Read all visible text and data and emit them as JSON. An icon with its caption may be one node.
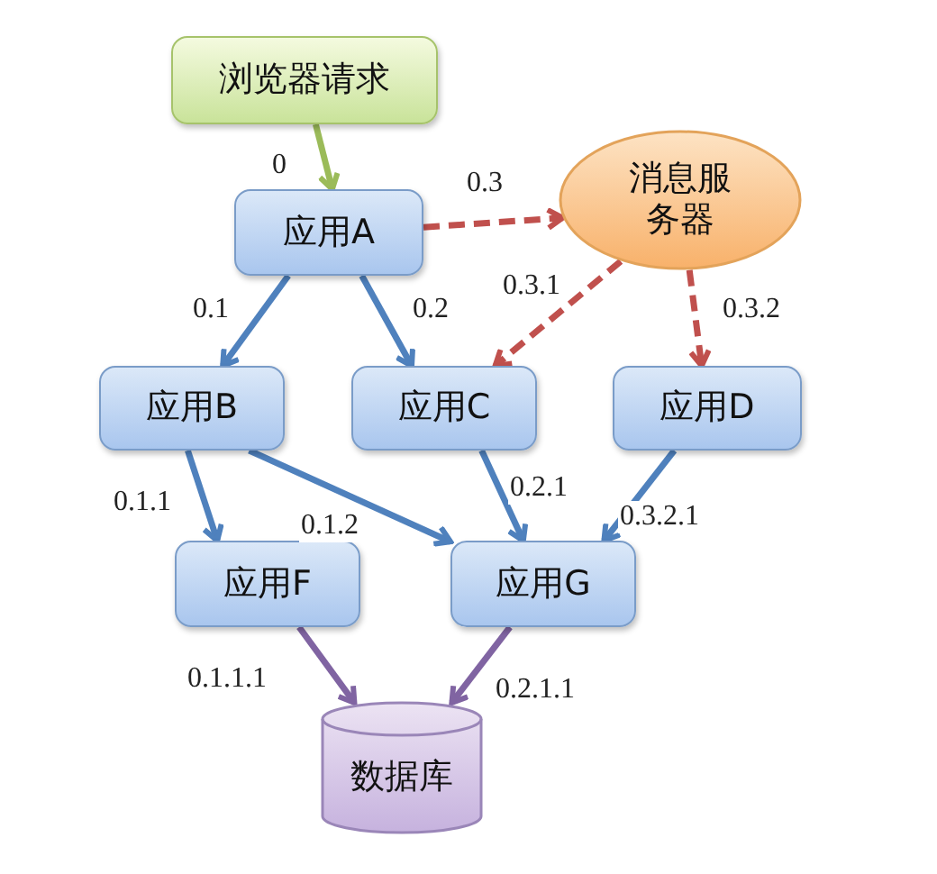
{
  "diagram": {
    "nodes": [
      {
        "text": [
          "浏览器请求"
        ]
      },
      {
        "text": [
          "应用A"
        ]
      },
      {
        "text": [
          "消息服务器"
        ]
      },
      {
        "text": [
          "应用B"
        ]
      },
      {
        "text": [
          "应用C"
        ]
      },
      {
        "text": [
          "应用D"
        ]
      },
      {
        "text": [
          "应用F"
        ]
      },
      {
        "text": [
          "应用G"
        ]
      },
      {
        "text": [
          "数据库"
        ]
      }
    ],
    "edges": [
      {
        "from": 0,
        "to": 1,
        "arrow": "to",
        "label": "0",
        "color": "#9bbb59"
      },
      {
        "from": 1,
        "to": 2,
        "arrow": "to",
        "label": "0.3",
        "style": "dashed",
        "color": "#c0504d"
      },
      {
        "from": 1,
        "to": 3,
        "arrow": "to",
        "label": "0.1"
      },
      {
        "from": 1,
        "to": 4,
        "arrow": "to",
        "label": "0.2"
      },
      {
        "from": 2,
        "to": 4,
        "arrow": "to",
        "label": "0.3.1",
        "style": "dashed",
        "color": "#c0504d"
      },
      {
        "from": 2,
        "to": 5,
        "arrow": "to",
        "label": "0.3.2",
        "style": "dashed",
        "color": "#c0504d"
      },
      {
        "from": 3,
        "to": 6,
        "arrow": "to",
        "label": "0.1.1"
      },
      {
        "from": 3,
        "to": 7,
        "arrow": "to",
        "label": "0.1.2"
      },
      {
        "from": 4,
        "to": 7,
        "arrow": "to",
        "label": "0.2.1"
      },
      {
        "from": 5,
        "to": 7,
        "arrow": "to",
        "label": "0.3.2.1"
      },
      {
        "from": 6,
        "to": 8,
        "arrow": "to",
        "label": "0.1.1.1",
        "color": "#8064a2"
      },
      {
        "from": 7,
        "to": 8,
        "arrow": "to",
        "label": "0.2.1.1",
        "color": "#8064a2"
      }
    ]
  }
}
